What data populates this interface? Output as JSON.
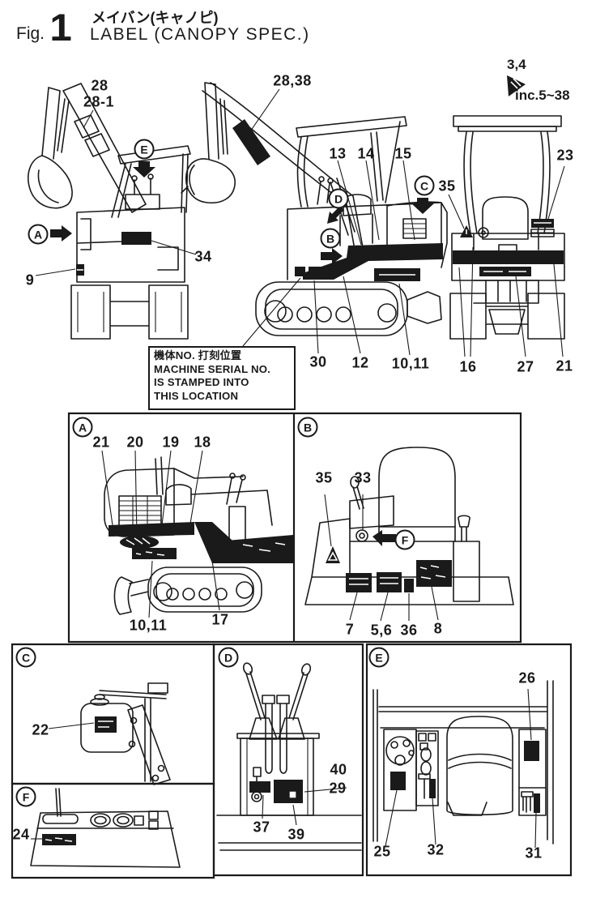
{
  "header": {
    "fig_label": "Fig.",
    "fig_number": "1",
    "title_jp": "メイバン(キャノピ)",
    "title_en": "LABEL (CANOPY SPEC.)"
  },
  "top_note": {
    "items": "3,4",
    "includes": "inc.5~38"
  },
  "serial_note": {
    "line1": "機体NO. 打刻位置",
    "line2": "MACHINE SERIAL NO.",
    "line3": "IS STAMPED INTO",
    "line4": "THIS LOCATION"
  },
  "view_markers": {
    "a": "A",
    "b": "B",
    "c": "C",
    "d": "D",
    "e": "E",
    "f": "F"
  },
  "overview_callouts": {
    "c28": "28",
    "c28_1": "28-1",
    "c9": "9",
    "c34": "34",
    "c28_38": "28,38",
    "c13": "13",
    "c14": "14",
    "c15": "15",
    "c30": "30",
    "c12": "12",
    "c10_11": "10,11",
    "c35": "35",
    "c23": "23",
    "c16": "16",
    "c27": "27",
    "c21": "21"
  },
  "panel_a": {
    "title": "A",
    "c21": "21",
    "c20": "20",
    "c19": "19",
    "c18": "18",
    "c10_11": "10,11",
    "c17": "17"
  },
  "panel_b": {
    "title": "B",
    "c35": "35",
    "c33": "33",
    "f_ref": "F",
    "c7": "7",
    "c5_6": "5,6",
    "c36": "36",
    "c8": "8"
  },
  "panel_c": {
    "title": "C",
    "c22": "22"
  },
  "panel_d": {
    "title": "D",
    "c40": "40",
    "c29": "29",
    "c37": "37",
    "c39": "39"
  },
  "panel_e": {
    "title": "E",
    "c26": "26",
    "c25": "25",
    "c32": "32",
    "c31": "31"
  },
  "panel_f": {
    "title": "F",
    "c24": "24"
  },
  "colors": {
    "ink": "#1a1a1a",
    "paper": "#ffffff"
  }
}
